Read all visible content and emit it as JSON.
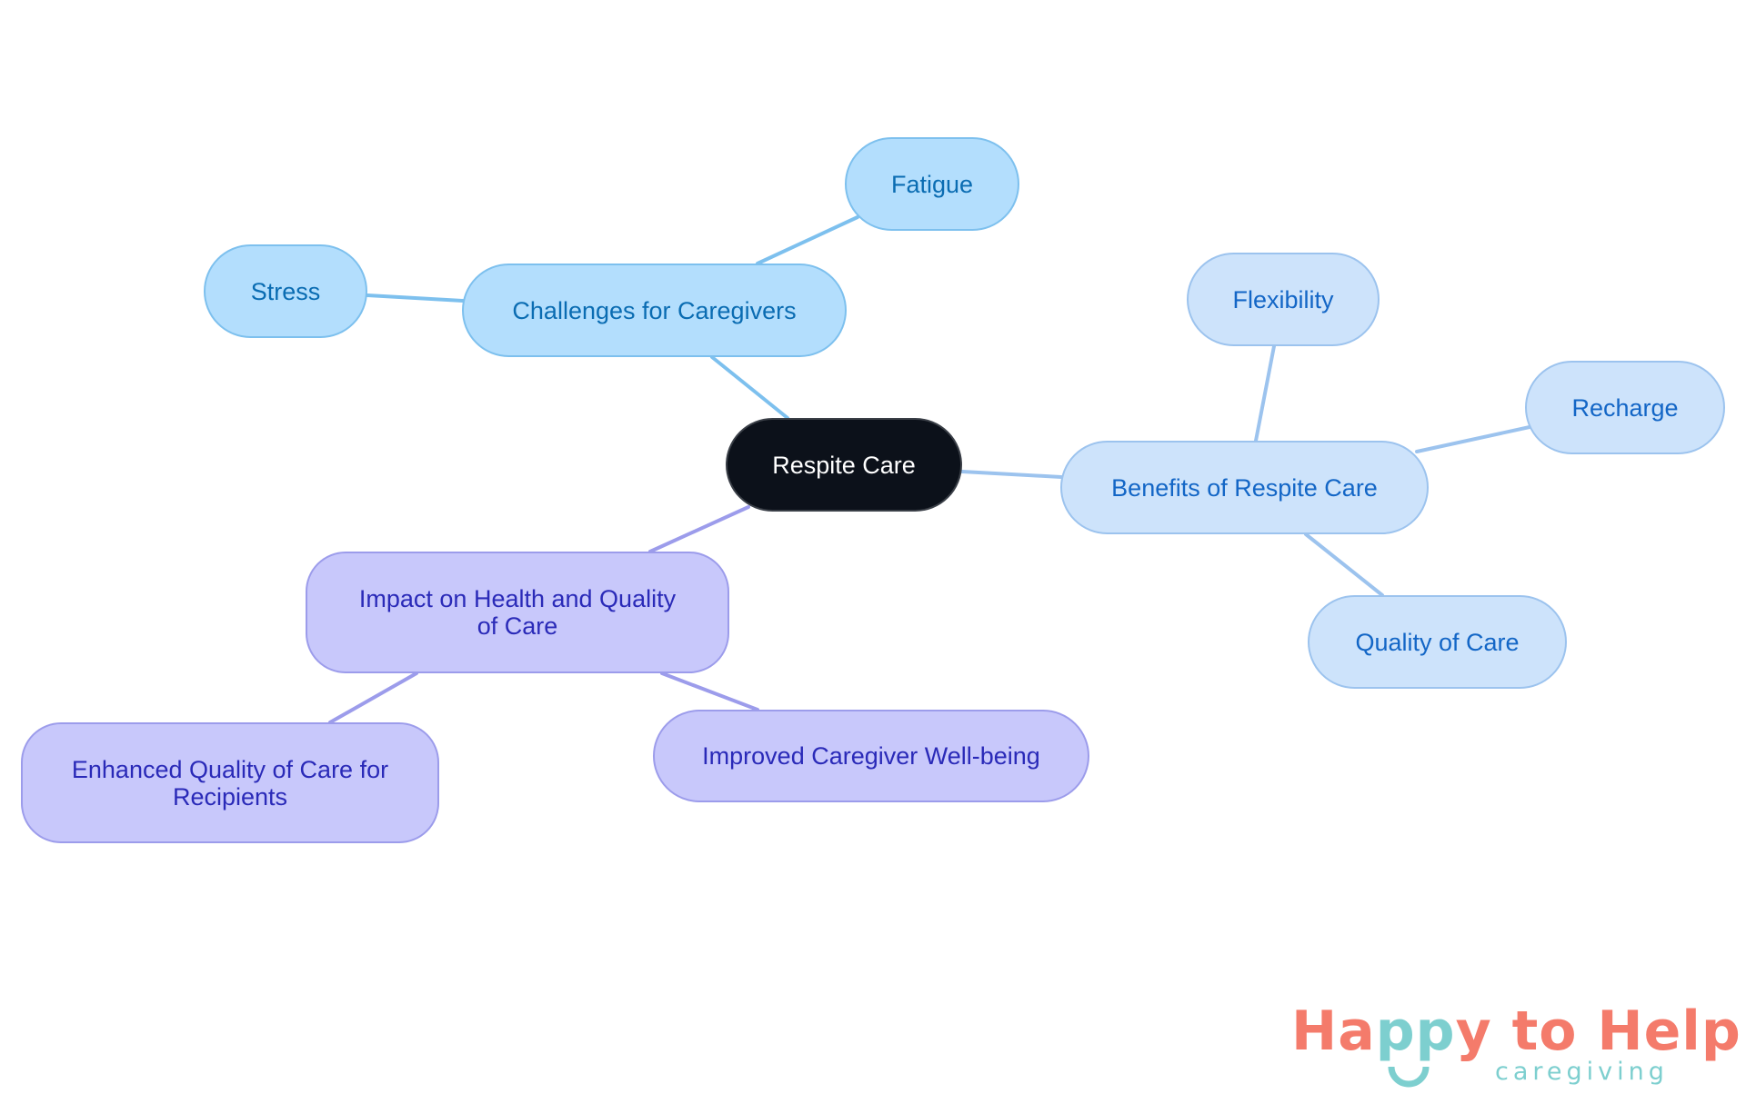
{
  "diagram": {
    "type": "mindmap",
    "root": {
      "id": "root",
      "label": "Respite Care"
    },
    "nodes": [
      {
        "id": "challenges",
        "label": "Challenges for Caregivers",
        "parent": "root"
      },
      {
        "id": "stress",
        "label": "Stress",
        "parent": "challenges"
      },
      {
        "id": "fatigue",
        "label": "Fatigue",
        "parent": "challenges"
      },
      {
        "id": "benefits",
        "label": "Benefits of Respite Care",
        "parent": "root"
      },
      {
        "id": "flexibility",
        "label": "Flexibility",
        "parent": "benefits"
      },
      {
        "id": "recharge",
        "label": "Recharge",
        "parent": "benefits"
      },
      {
        "id": "quality",
        "label": "Quality of Care",
        "parent": "benefits"
      },
      {
        "id": "impact",
        "label": "Impact on Health and Quality of Care",
        "parent": "root"
      },
      {
        "id": "enhanced",
        "label": "Enhanced Quality of Care for Recipients",
        "parent": "impact"
      },
      {
        "id": "improved",
        "label": "Improved Caregiver Well-being",
        "parent": "impact"
      }
    ]
  },
  "colors": {
    "root_bg": "#0c111a",
    "challenges_branch": "#b3defd",
    "benefits_branch": "#cde3fb",
    "impact_branch": "#c8c8fb",
    "logo_coral": "#f47b6b",
    "logo_teal": "#7dcfcf"
  },
  "logo": {
    "part1": "Ha",
    "part2": "pp",
    "part3": "y to Help",
    "tagline": "caregiving"
  }
}
